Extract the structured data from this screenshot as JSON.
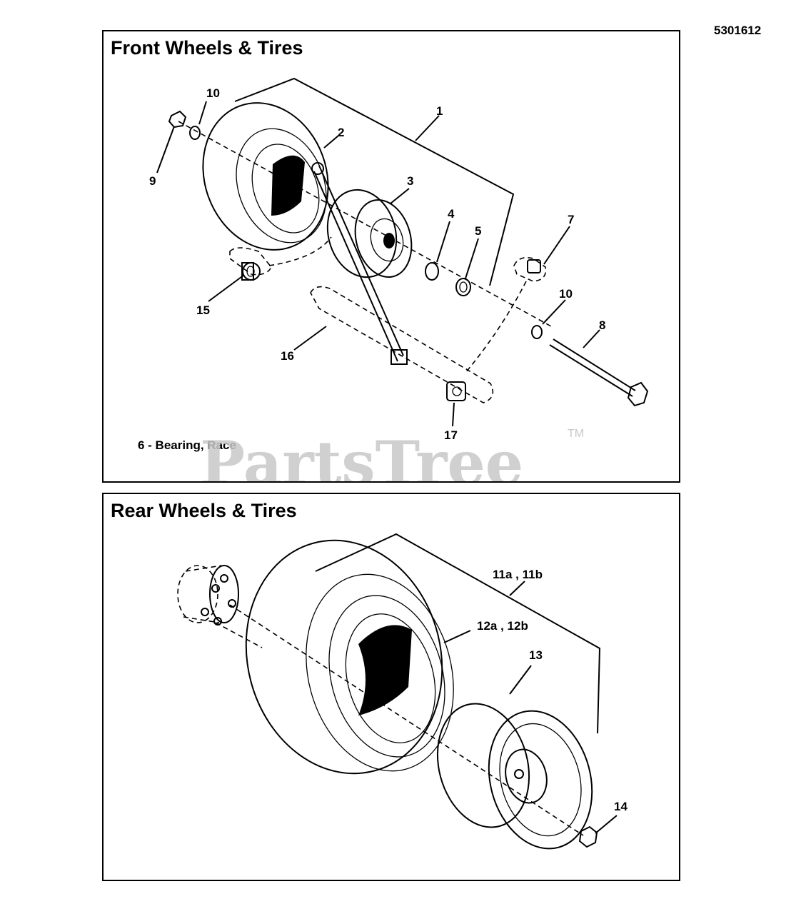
{
  "document": {
    "number": "5301612"
  },
  "front": {
    "title": "Front Wheels & Tires",
    "note": "6 - Bearing, Race",
    "callouts": {
      "c1": "1",
      "c2": "2",
      "c3": "3",
      "c4": "4",
      "c5": "5",
      "c7": "7",
      "c8": "8",
      "c9": "9",
      "c10a": "10",
      "c10b": "10",
      "c15": "15",
      "c16": "16",
      "c17": "17"
    }
  },
  "rear": {
    "title": "Rear Wheels & Tires",
    "callouts": {
      "c11": "11a , 11b",
      "c12": "12a , 12b",
      "c13": "13",
      "c14": "14"
    }
  },
  "watermark": {
    "text": "PartsTree",
    "tm": "TM"
  }
}
